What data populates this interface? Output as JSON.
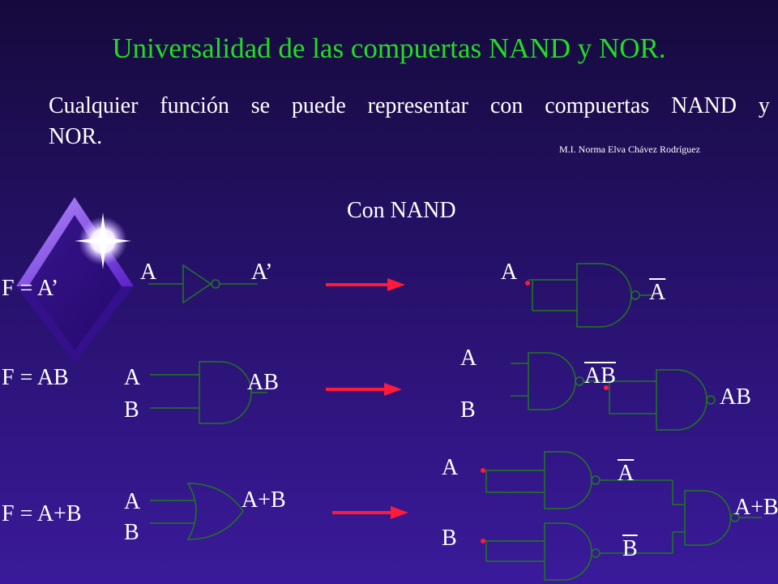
{
  "title": "Universalidad de las compuertas NAND y NOR.",
  "subtitle": {
    "words": [
      "Cualquier",
      "función",
      "se",
      "puede",
      "representar",
      "con",
      "compuertas",
      "NAND",
      "y"
    ],
    "line2": "NOR."
  },
  "author": "M.I. Norma Elva Chávez Rodríguez",
  "section_label": "Con NAND",
  "rows": [
    {
      "function_label": "F = A’",
      "original": {
        "in_a": "A",
        "out": "A’"
      },
      "nand": {
        "in_a": "A",
        "out": "A"
      }
    },
    {
      "function_label": "F = AB",
      "original": {
        "in_a": "A",
        "in_b": "B",
        "out": "AB"
      },
      "nand": {
        "in_a": "A",
        "in_b": "B",
        "mid": "AB",
        "out": "AB"
      }
    },
    {
      "function_label": "F = A+B",
      "original": {
        "in_a": "A",
        "in_b": "B",
        "out": "A+B"
      },
      "nand": {
        "in_a": "A",
        "in_b": "B",
        "mid_a": "A",
        "mid_b": "B",
        "out": "A+B"
      }
    }
  ],
  "colors": {
    "title": "#22dd22",
    "gate_stroke": "#1e7a1e",
    "arrow": "#ff1a3a",
    "dot": "#ff1a3a",
    "diamond": "#7a3ee6"
  },
  "icons": [
    "diamond-sparkle-icon",
    "arrow-right-icon"
  ]
}
